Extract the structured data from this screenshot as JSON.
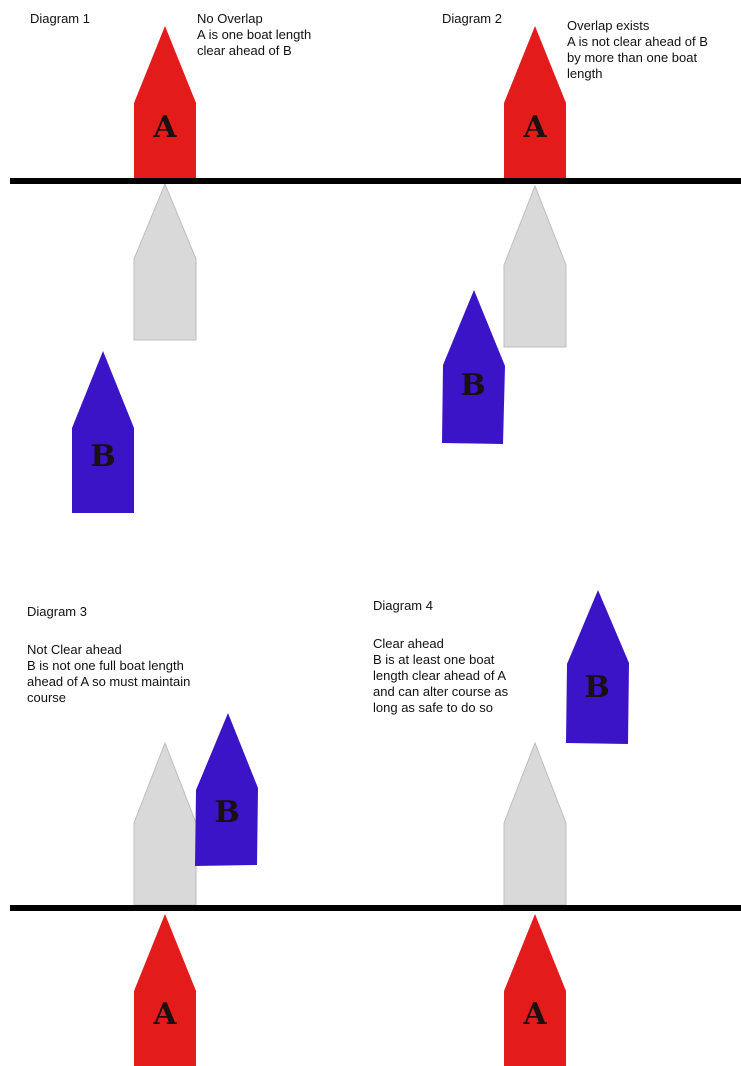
{
  "colors": {
    "boat_a": "#e31b1b",
    "boat_b": "#3b14c8",
    "ghost": "#d9d9d9",
    "ghost_outline": "#bdbdbd",
    "line": "#000000"
  },
  "diagram1": {
    "title": "Diagram 1",
    "caption": "No Overlap\nA is one boat length\nclear ahead of B",
    "boat_a_label": "A",
    "boat_b_label": "B"
  },
  "diagram2": {
    "title": "Diagram 2",
    "caption": "Overlap exists\nA is not clear ahead of B\nby more than one boat\nlength",
    "boat_a_label": "A",
    "boat_b_label": "B"
  },
  "diagram3": {
    "title": "Diagram 3",
    "caption": "Not Clear ahead\nB is not one full boat length\nahead of A so must maintain\ncourse",
    "boat_a_label": "A",
    "boat_b_label": "B"
  },
  "diagram4": {
    "title": "Diagram 4",
    "caption": "Clear ahead\nB is at least one boat\nlength clear ahead of A\nand can alter course as\nlong as safe to do so",
    "boat_a_label": "A",
    "boat_b_label": "B"
  }
}
